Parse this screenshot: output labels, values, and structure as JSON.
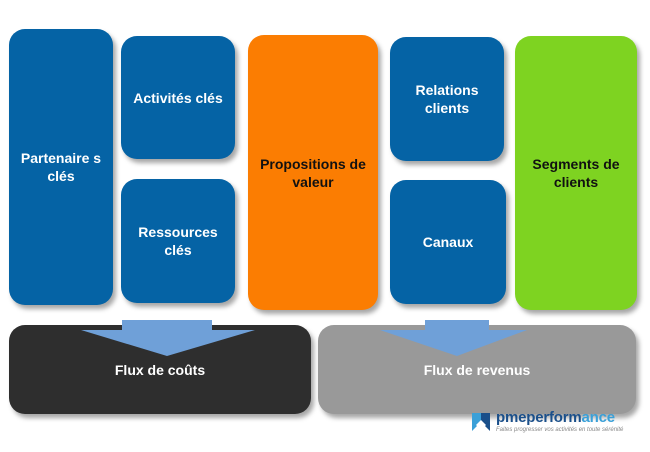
{
  "canvas": {
    "partenaires": "Partenaire s clés",
    "activites": "Activités clés",
    "ressources": "Ressources clés",
    "propositions": "Propositions de valeur",
    "relations": "Relations clients",
    "canaux": "Canaux",
    "segments": "Segments de clients",
    "couts": "Flux de coûts",
    "revenus": "Flux de revenus"
  },
  "logo": {
    "brand_a": "pme",
    "brand_b": "perform",
    "brand_c": "ance",
    "tagline": "Faites progresser vos activités en toute sérénité",
    "icon": "pme-logo-icon"
  },
  "colors": {
    "blue": "#0563a5",
    "orange": "#fb7d02",
    "green": "#7ed321",
    "dark": "#2e2e2e",
    "grey": "#999999",
    "arrow": "#6fa0d8"
  }
}
